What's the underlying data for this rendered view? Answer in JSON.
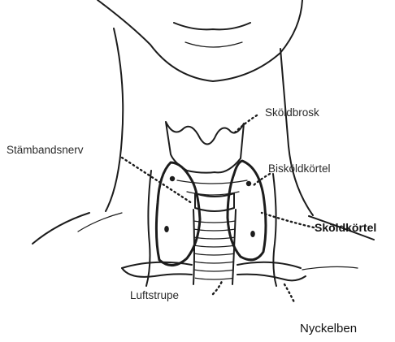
{
  "labels": {
    "skoldbrosk": "Sköldbrosk",
    "stambandsnerv": "Stämbandsnerv",
    "biskoldkortel": "Bisköldkörtel",
    "skoldkortel": "Sköldkörtel",
    "luftstrupe": "Luftstrupe",
    "nyckelben": "Nyckelben"
  }
}
